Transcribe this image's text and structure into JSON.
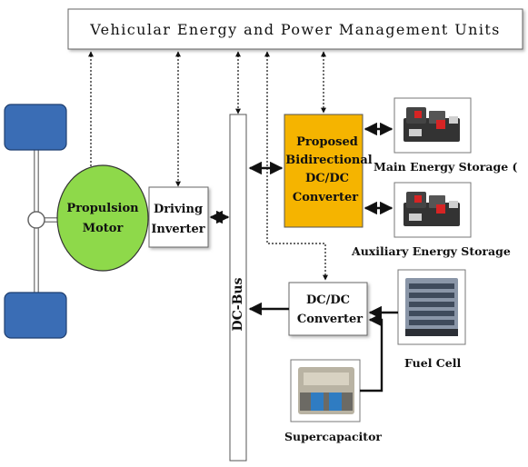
{
  "diagram": {
    "title": "Vehicular Energy and Power Management Units",
    "propulsion_motor": [
      "Propulsion",
      "Motor"
    ],
    "driving_inverter": [
      "Driving",
      "Inverter"
    ],
    "dc_bus": "DC-Bus",
    "proposed_converter": [
      "Proposed",
      "Bidirectional",
      "DC/DC",
      "Converter"
    ],
    "main_storage": "Main Energy Storage (",
    "aux_storage": "Auxiliary Energy Storage",
    "dcdc_converter": [
      "DC/DC",
      "Converter"
    ],
    "fuel_cell": "Fuel Cell",
    "supercapacitor": "Supercapacitor"
  },
  "colors": {
    "motor_fill": "#8ed94a",
    "converter_fill": "#f5b400",
    "wheel_fill": "#3a6db5",
    "box_fill": "#ffffff",
    "line": "#111111"
  }
}
